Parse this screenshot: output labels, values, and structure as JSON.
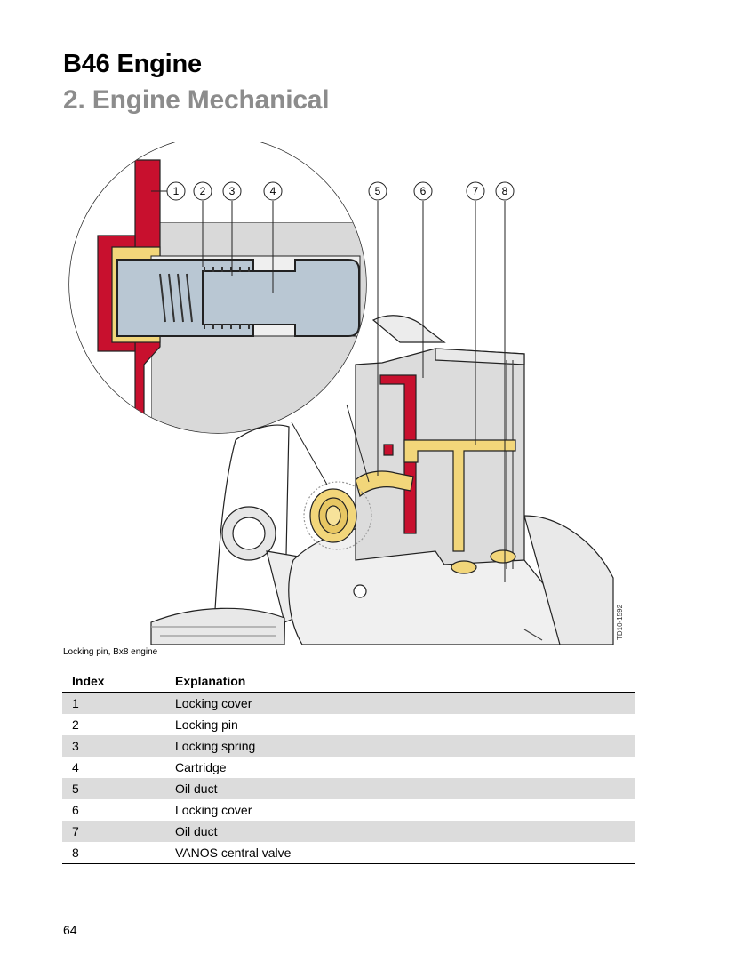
{
  "header": {
    "title": "B46 Engine",
    "subtitle": "2. Engine Mechanical"
  },
  "figure": {
    "callouts": [
      "1",
      "2",
      "3",
      "4",
      "5",
      "6",
      "7",
      "8"
    ],
    "figure_code": "TD10-1592",
    "caption": "Locking pin, Bx8 engine",
    "colors": {
      "locking_cover": "#c8102e",
      "oil_duct": "#f2d67a",
      "cartridge": "#b9c7d3",
      "housing": "#d6d6d6"
    }
  },
  "table": {
    "headers": {
      "index": "Index",
      "explanation": "Explanation"
    },
    "rows": [
      {
        "index": "1",
        "explanation": "Locking cover"
      },
      {
        "index": "2",
        "explanation": "Locking pin"
      },
      {
        "index": "3",
        "explanation": "Locking spring"
      },
      {
        "index": "4",
        "explanation": "Cartridge"
      },
      {
        "index": "5",
        "explanation": "Oil duct"
      },
      {
        "index": "6",
        "explanation": "Locking cover"
      },
      {
        "index": "7",
        "explanation": "Oil duct"
      },
      {
        "index": "8",
        "explanation": "VANOS central valve"
      }
    ]
  },
  "footer": {
    "page_number": "64"
  }
}
